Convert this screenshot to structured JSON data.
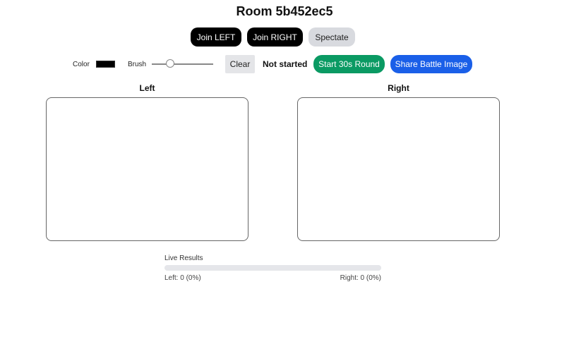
{
  "room": {
    "title": "Room 5b452ec5"
  },
  "join": {
    "left_label": "Join LEFT",
    "right_label": "Join RIGHT",
    "spectate_label": "Spectate"
  },
  "toolbar": {
    "color_label": "Color",
    "color_value": "#000000",
    "brush_label": "Brush",
    "brush_value": 25,
    "clear_label": "Clear",
    "status": "Not started",
    "start_label": "Start 30s Round",
    "share_label": "Share Battle Image"
  },
  "sides": {
    "left_title": "Left",
    "right_title": "Right"
  },
  "results": {
    "label": "Live Results",
    "left_text": "Left: 0 (0%)",
    "right_text": "Right: 0 (0%)",
    "left_percent": 0,
    "right_percent": 0
  },
  "colors": {
    "start_button": "#0a9a63",
    "share_button": "#1a5fe8",
    "join_button": "#000000",
    "spectate_button": "#d8dadf"
  }
}
